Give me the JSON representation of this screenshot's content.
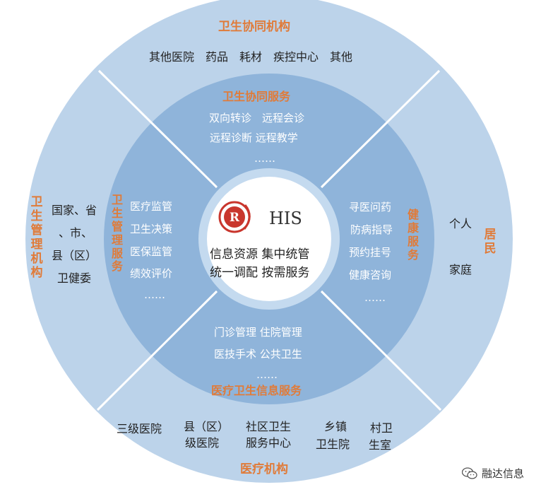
{
  "outer_ring": {
    "top_title": "卫生协同机构",
    "top_items": "其他医院　药品　耗材　疾控中心　其他",
    "left_title": [
      "卫",
      "生",
      "管",
      "理",
      "机",
      "构"
    ],
    "left_items": [
      "国家、省",
      "、市、",
      "县（区）",
      "卫健委"
    ],
    "right_title": [
      "居",
      "民"
    ],
    "right_items": [
      "个人",
      "家庭"
    ],
    "bottom_title": "医疗机构",
    "bottom_items": [
      {
        "lines": [
          "三级医院"
        ]
      },
      {
        "lines": [
          "县（区）",
          "级医院"
        ]
      },
      {
        "lines": [
          "社区卫生",
          "服务中心"
        ]
      },
      {
        "lines": [
          "乡镇",
          "卫生院"
        ]
      },
      {
        "lines": [
          "村卫",
          "生室"
        ]
      }
    ]
  },
  "inner_ring": {
    "top_title": "卫生协同服务",
    "top_items": [
      "双向转诊　远程会诊",
      "远程诊断  远程教学",
      "……"
    ],
    "left_title": [
      "卫",
      "生",
      "管",
      "理",
      "服",
      "务"
    ],
    "left_items": [
      "医疗监管",
      "卫生决策",
      "医保监管",
      "绩效评价",
      "……"
    ],
    "right_title": [
      "健",
      "康",
      "服",
      "务"
    ],
    "right_items": [
      "寻医问药",
      "防病指导",
      "预约挂号",
      "健康咨询",
      "……"
    ],
    "bottom_title": "医疗卫生信息服务",
    "bottom_items": [
      "门诊管理  住院管理",
      "医技手术  公共卫生",
      "……"
    ]
  },
  "center": {
    "logo_letter": "R",
    "name": "HIS",
    "lines": [
      "信息资源  集中统管",
      "统一调配  按需服务"
    ]
  },
  "watermark": "融达信息",
  "colors": {
    "outer": "#bcd3ea",
    "inner": "#8fb4da",
    "core_ring": "#c4daef",
    "accent": "#e07b39",
    "logo": "#c9362d"
  }
}
